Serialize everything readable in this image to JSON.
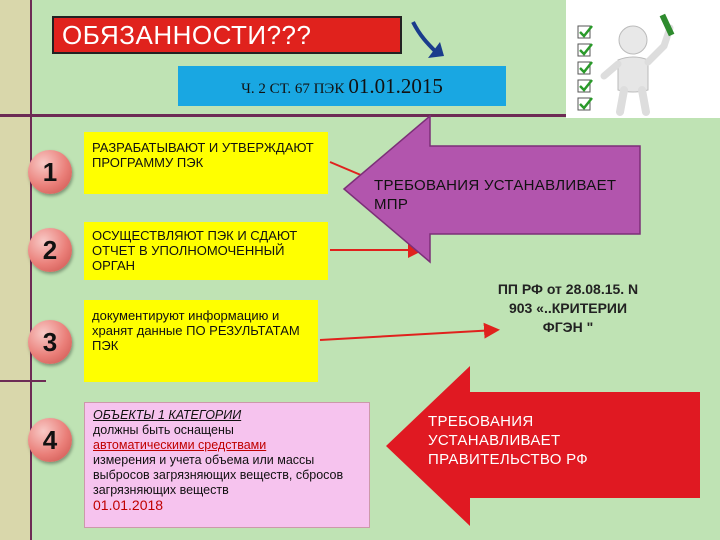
{
  "title": "ОБЯЗАННОСТИ???",
  "subtitle": {
    "small": "Ч. 2 СТ. 67 ПЭК",
    "big": "01.01.2015"
  },
  "items": [
    {
      "num": "1",
      "text": "РАЗРАБАТЫВАЮТ И УТВЕРЖДАЮТ ПРОГРАММУ ПЭК"
    },
    {
      "num": "2",
      "text": "ОСУЩЕСТВЛЯЮТ ПЭК И СДАЮТ ОТЧЕТ В УПОЛНОМОЧЕННЫЙ ОРГАН"
    },
    {
      "num": "3",
      "text": "документируют информацию и хранят данные ПО РЕЗУЛЬТАТАМ ПЭК"
    },
    {
      "num": "4",
      "line1": "ОБЪЕКТЫ 1 КАТЕГОРИИ",
      "line2": "должны быть оснащены",
      "line3": "автоматическими средствами",
      "line4": "измерения и учета объема или массы выбросов загрязняющих веществ, сбросов загрязняющих веществ",
      "date": "01.01.2018"
    }
  ],
  "purple_arrow": {
    "text": "ТРЕБОВАНИЯ УСТАНАВЛИВАЕТ МПР",
    "color": "#b255ad"
  },
  "note": "ПП РФ от 28.08.15. N 903 «..КРИТЕРИИ ФГЭН \"",
  "red_arrow": {
    "text": "ТРЕБОВАНИЯ УСТАНАВЛИВАЕТ ПРАВИТЕЛЬСТВО РФ",
    "color": "#e01922"
  },
  "colors": {
    "background": "#bfe3b4",
    "yellow": "#ffff00",
    "pink": "#f6c3ee",
    "red": "#e0221d",
    "blue": "#19a7e2"
  },
  "icons": [
    "curved-arrow-icon",
    "checklist-figure-icon"
  ]
}
